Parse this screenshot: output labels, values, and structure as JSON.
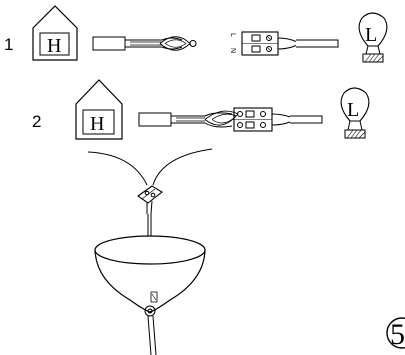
{
  "steps": [
    {
      "number": "1",
      "house_letter": "H",
      "lamp_letter": "L"
    },
    {
      "number": "2",
      "house_letter": "H",
      "lamp_letter": "L"
    }
  ],
  "terminal_labels": {
    "live": "L",
    "neutral": "N"
  },
  "page_number": "5"
}
